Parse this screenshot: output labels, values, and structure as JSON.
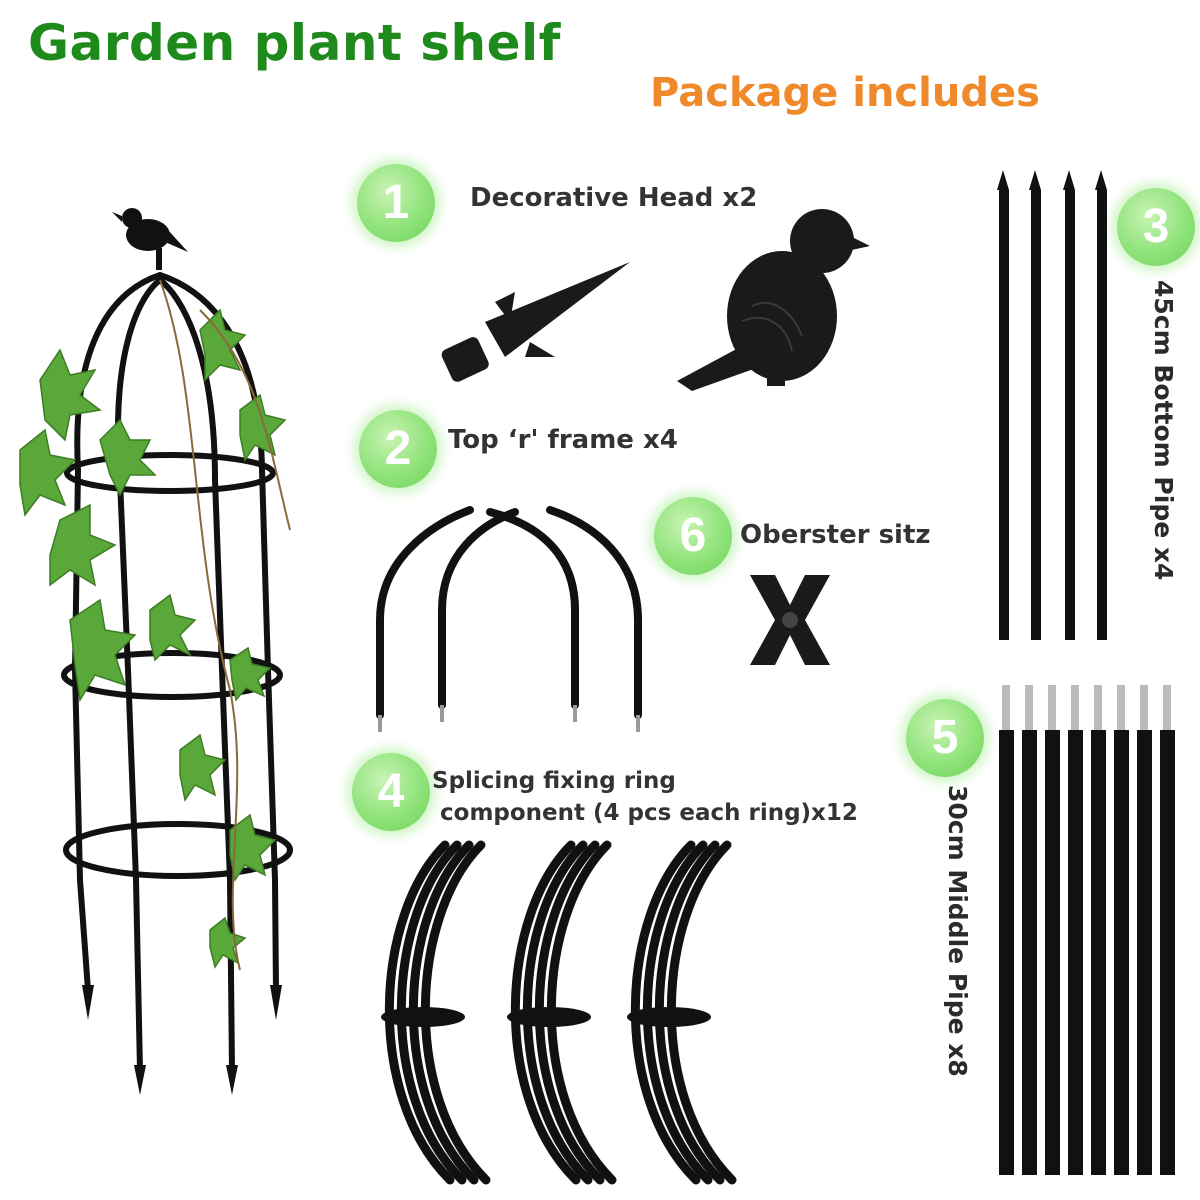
{
  "header": {
    "title": "Garden plant shelf",
    "subtitle": "Package includes"
  },
  "items": [
    {
      "number": "1",
      "label": "Decorative Head x2"
    },
    {
      "number": "2",
      "label": "Top ‘r' frame x4"
    },
    {
      "number": "3",
      "label": "45cm Bottom Pipe x4"
    },
    {
      "number": "4",
      "label_line1": "Splicing fixing ring",
      "label_line2": " component (4 pcs each ring)x12"
    },
    {
      "number": "5",
      "label": "30cm Middle Pipe x8"
    },
    {
      "number": "6",
      "label": "Oberster sitz"
    }
  ],
  "colors": {
    "title": "#1e8a1c",
    "subtitle": "#f0892a",
    "badge": "#8fe37a",
    "parts": "#111111",
    "leaf": "#5aa83a"
  }
}
